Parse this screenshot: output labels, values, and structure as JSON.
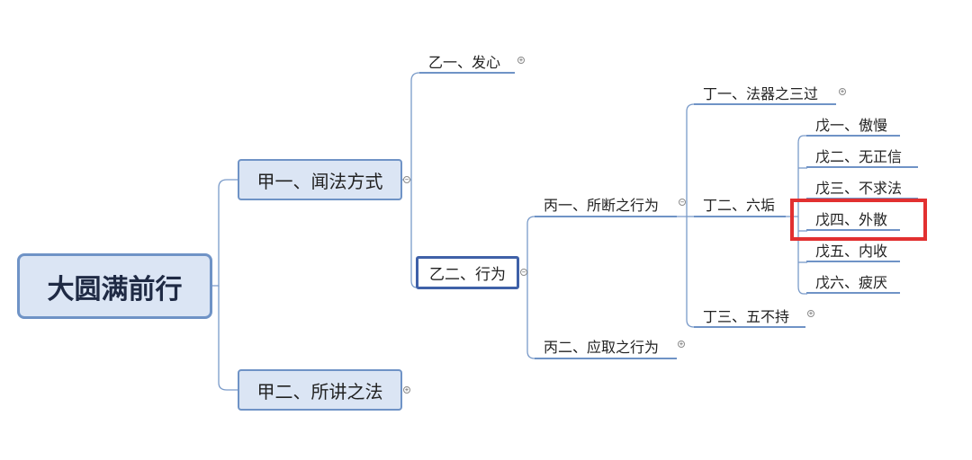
{
  "colors": {
    "line": "#7a9bc9",
    "box_fill": "#dbe5f4",
    "box_border": "#6f93c6",
    "highlight": "#e23030"
  },
  "mindmap": {
    "root": {
      "label": "大圆满前行"
    },
    "jia1": {
      "label": "甲一、闻法方式"
    },
    "jia2": {
      "label": "甲二、所讲之法"
    },
    "yi1": {
      "label": "乙一、发心"
    },
    "yi2": {
      "label": "乙二、行为"
    },
    "bing1": {
      "label": "丙一、所断之行为"
    },
    "bing2": {
      "label": "丙二、应取之行为"
    },
    "ding1": {
      "label": "丁一、法器之三过"
    },
    "ding2": {
      "label": "丁二、六垢"
    },
    "ding3": {
      "label": "丁三、五不持"
    },
    "wu1": {
      "label": "戊一、傲慢"
    },
    "wu2": {
      "label": "戊二、无正信"
    },
    "wu3": {
      "label": "戊三、不求法"
    },
    "wu4": {
      "label": "戊四、外散"
    },
    "wu5": {
      "label": "戊五、内收"
    },
    "wu6": {
      "label": "戊六、疲厌"
    }
  },
  "icons": {
    "expand": "plus-circle-icon",
    "collapse": "minus-circle-icon"
  }
}
